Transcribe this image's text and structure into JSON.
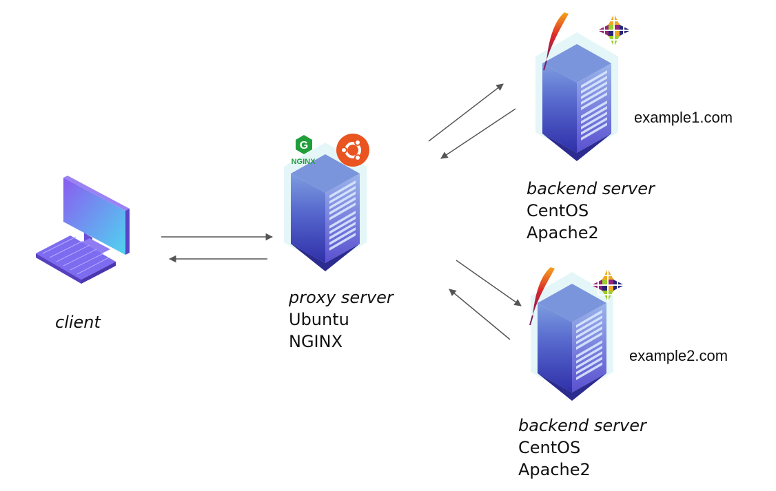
{
  "client": {
    "label": "client"
  },
  "proxy": {
    "role": "proxy server",
    "os": "Ubuntu",
    "software": "NGINX",
    "badge_text": "NGINX",
    "badge_letter": "G"
  },
  "backend1": {
    "role": "backend server",
    "os": "CentOS",
    "software": "Apache2",
    "domain": "example1.com"
  },
  "backend2": {
    "role": "backend server",
    "os": "CentOS",
    "software": "Apache2",
    "domain": "example2.com"
  },
  "colors": {
    "arrow": "#555555",
    "server_top": "#6f8fd8",
    "server_front": "#3f3fb8",
    "server_side": "#5a64d0",
    "glow": "#d8f4f6",
    "ubuntu": "#e95420",
    "nginx": "#1f9e3a",
    "monitor": "#7b6cf0"
  }
}
